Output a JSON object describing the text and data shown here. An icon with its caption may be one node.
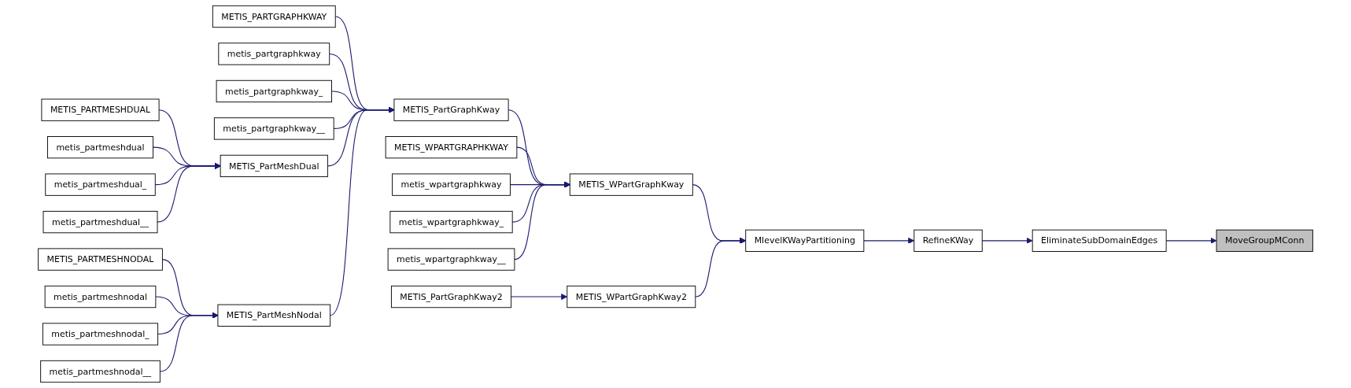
{
  "diagram": {
    "nodes": [
      {
        "text": [
          "METIS_PARTMESHDUAL"
        ]
      },
      {
        "text": [
          "metis_partmeshdual"
        ]
      },
      {
        "text": [
          "metis_partmeshdual_"
        ]
      },
      {
        "text": [
          "metis_partmeshdual__"
        ]
      },
      {
        "text": [
          "METIS_PARTMESHNODAL"
        ]
      },
      {
        "text": [
          "metis_partmeshnodal"
        ]
      },
      {
        "text": [
          "metis_partmeshnodal_"
        ]
      },
      {
        "text": [
          "metis_partmeshnodal__"
        ]
      },
      {
        "text": [
          "METIS_PARTGRAPHKWAY"
        ]
      },
      {
        "text": [
          "metis_partgraphkway"
        ]
      },
      {
        "text": [
          "metis_partgraphkway_"
        ]
      },
      {
        "text": [
          "metis_partgraphkway__"
        ]
      },
      {
        "text": [
          "METIS_PartMeshDual"
        ]
      },
      {
        "text": [
          "METIS_PartMeshNodal"
        ]
      },
      {
        "text": [
          "METIS_PartGraphKway"
        ]
      },
      {
        "text": [
          "METIS_WPARTGRAPHKWAY"
        ]
      },
      {
        "text": [
          "metis_wpartgraphkway"
        ]
      },
      {
        "text": [
          "metis_wpartgraphkway_"
        ]
      },
      {
        "text": [
          "metis_wpartgraphkway__"
        ]
      },
      {
        "text": [
          "METIS_PartGraphKway2"
        ]
      },
      {
        "text": [
          "METIS_WPartGraphKway"
        ]
      },
      {
        "text": [
          "METIS_WPartGraphKway2"
        ]
      },
      {
        "text": [
          "MlevelKWayPartitioning"
        ]
      },
      {
        "text": [
          "RefineKWay"
        ]
      },
      {
        "text": [
          "EliminateSubDomainEdges"
        ]
      },
      {
        "text": [
          "MoveGroupMConn"
        ]
      }
    ],
    "edges": [
      {
        "from": 8,
        "to": 14,
        "arrow": "to"
      },
      {
        "from": 9,
        "to": 14,
        "arrow": "to"
      },
      {
        "from": 10,
        "to": 14,
        "arrow": "to"
      },
      {
        "from": 11,
        "to": 14,
        "arrow": "to"
      },
      {
        "from": 12,
        "to": 14,
        "arrow": "to"
      },
      {
        "from": 13,
        "to": 14,
        "arrow": "to"
      },
      {
        "from": 0,
        "to": 12,
        "arrow": "to"
      },
      {
        "from": 1,
        "to": 12,
        "arrow": "to"
      },
      {
        "from": 2,
        "to": 12,
        "arrow": "to"
      },
      {
        "from": 3,
        "to": 12,
        "arrow": "to"
      },
      {
        "from": 4,
        "to": 13,
        "arrow": "to"
      },
      {
        "from": 5,
        "to": 13,
        "arrow": "to"
      },
      {
        "from": 6,
        "to": 13,
        "arrow": "to"
      },
      {
        "from": 7,
        "to": 13,
        "arrow": "to"
      },
      {
        "from": 14,
        "to": 20,
        "arrow": "to"
      },
      {
        "from": 15,
        "to": 20,
        "arrow": "to"
      },
      {
        "from": 16,
        "to": 20,
        "arrow": "to"
      },
      {
        "from": 17,
        "to": 20,
        "arrow": "to"
      },
      {
        "from": 18,
        "to": 20,
        "arrow": "to"
      },
      {
        "from": 19,
        "to": 21,
        "arrow": "to"
      },
      {
        "from": 20,
        "to": 22,
        "arrow": "to"
      },
      {
        "from": 21,
        "to": 22,
        "arrow": "to"
      },
      {
        "from": 22,
        "to": 23,
        "arrow": "to"
      },
      {
        "from": 23,
        "to": 24,
        "arrow": "to"
      },
      {
        "from": 24,
        "to": 25,
        "arrow": "to"
      }
    ]
  }
}
